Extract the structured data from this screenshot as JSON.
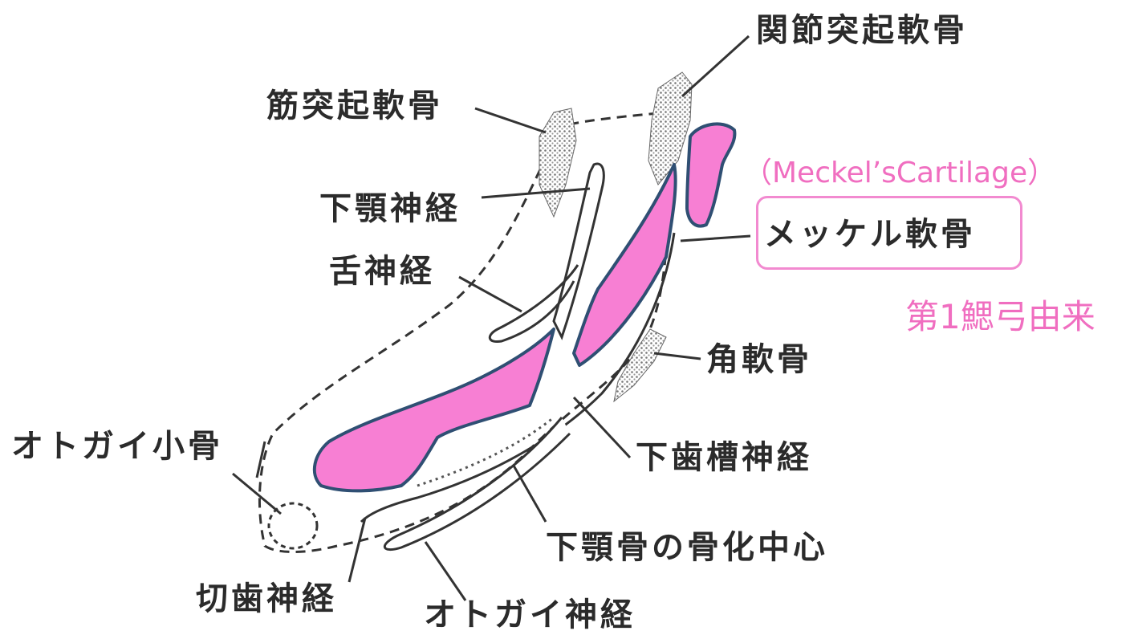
{
  "labels": {
    "condylar_cartilage": "関節突起軟骨",
    "coronoid_cartilage": "筋突起軟骨",
    "mandibular_nerve": "下顎神経",
    "lingual_nerve": "舌神経",
    "meckel_english": "（Meckel’sCartilage）",
    "meckel_cartilage": "メッケル軟骨",
    "first_arch_origin": "第1鰓弓由来",
    "angular_cartilage": "角軟骨",
    "mental_ossicle": "オトガイ小骨",
    "inferior_alveolar_nerve": "下歯槽神経",
    "ossification_center": "下顎骨の骨化中心",
    "incisive_nerve": "切歯神経",
    "mental_nerve": "オトガイ神経"
  },
  "colors": {
    "meckel_fill": "#f77fd3",
    "meckel_outline": "#2f4f73",
    "annotation_pink": "#f06ec0",
    "line": "#333333"
  }
}
